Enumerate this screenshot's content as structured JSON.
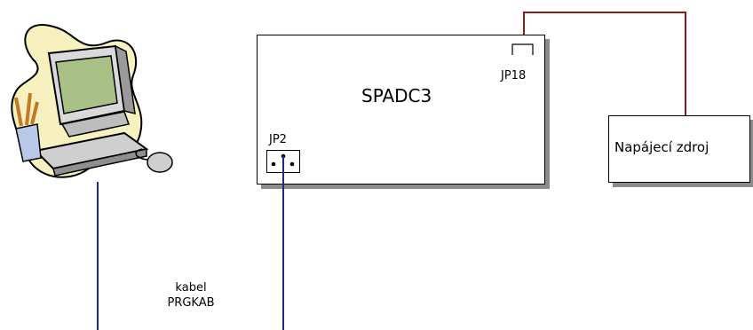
{
  "board": {
    "name": "SPADC3"
  },
  "jumpers": {
    "jp18": "JP18",
    "jp2": "JP2"
  },
  "power_supply": {
    "label": "Napájecí zdroj"
  },
  "cable": {
    "line1": "kabel",
    "line2": "PRGKAB"
  },
  "colors": {
    "power_wire": "#8b1a1a",
    "cable_wire": "#1f2a80",
    "shadow": "#8c8c8c",
    "blob": "#f6f1bf"
  },
  "icons": {
    "pc": "computer-clipart-icon"
  }
}
